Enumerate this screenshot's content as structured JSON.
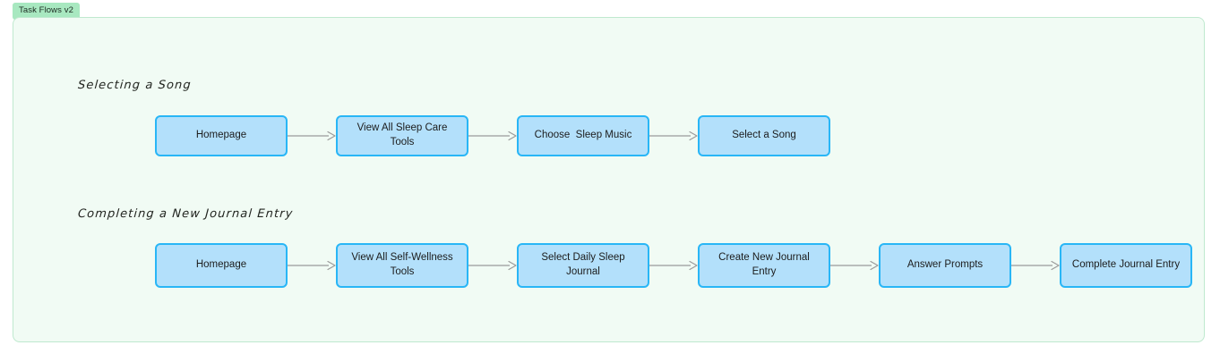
{
  "frame": {
    "tag_label": "Task Flows v2",
    "background": "#f1fbf4",
    "border_color": "#bfe9cf",
    "tag_background": "#a8e8c0"
  },
  "node_style": {
    "fill": "#b3e0fb",
    "border": "#29b6f6",
    "text_color": "#1c1c1c",
    "connector_color": "#9a9a9a"
  },
  "sections": [
    {
      "title": "Selecting a Song",
      "nodes": [
        {
          "label": "Homepage",
          "width": 148
        },
        {
          "label": "View All Sleep Care Tools",
          "width": 148
        },
        {
          "label": "Choose  Sleep Music",
          "width": 148
        },
        {
          "label": "Select a Song",
          "width": 148
        }
      ],
      "connector_width": 54
    },
    {
      "title": "Completing a New Journal Entry",
      "nodes": [
        {
          "label": "Homepage",
          "width": 148
        },
        {
          "label": "View All Self-Wellness Tools",
          "width": 148
        },
        {
          "label": "Select Daily Sleep Journal",
          "width": 148
        },
        {
          "label": "Create New Journal Entry",
          "width": 148
        },
        {
          "label": "Answer Prompts",
          "width": 148
        },
        {
          "label": "Complete Journal Entry",
          "width": 148
        }
      ],
      "connector_width": 54
    }
  ]
}
